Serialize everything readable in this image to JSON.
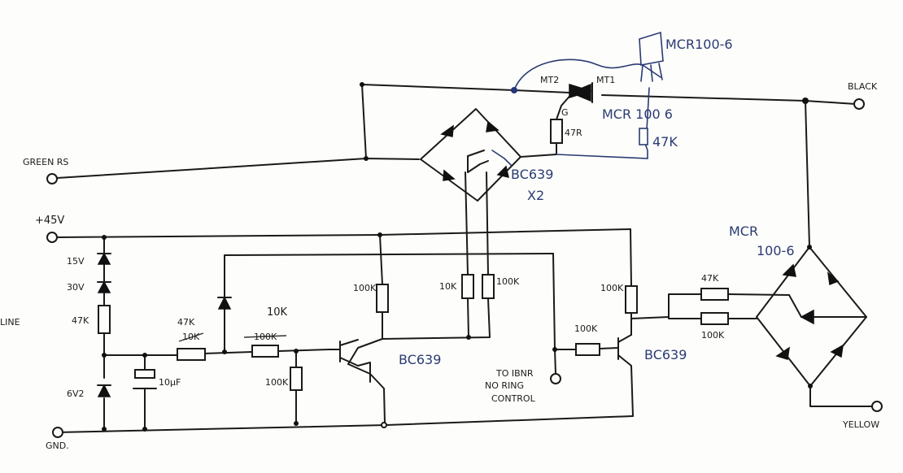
{
  "labels": {
    "part_top": "MCR100-6",
    "mt2": "MT2",
    "mt1": "MT1",
    "gate": "G",
    "r_gate": "47R",
    "scr_note": "MCR 100 6",
    "r_scr": "47K",
    "black": "BLACK",
    "green": "GREEN RS",
    "transistor_pair": "BC639",
    "x2": "X2",
    "supply": "+45V",
    "line": "LINE",
    "z15": "15V",
    "z30": "30V",
    "r47k_left": "47K",
    "z6v2": "6V2",
    "gnd": "GND.",
    "cap": "10µF",
    "r47k_mid": "47K",
    "r10k_old": "10K",
    "r10k_new": "10K",
    "r100k_old": "100K",
    "r100k_bias": "100K",
    "r100k_col1": "100K",
    "r10k_pair": "10K",
    "r100k_pair": "100K",
    "bc639_left": "BC639",
    "to_ibnr": "TO IBNR",
    "no_ring": "NO RING",
    "control": "CONTROL",
    "r100k_base2": "100K",
    "r100k_col2": "100K",
    "bc639_right": "BC639",
    "mcr_right_1": "MCR",
    "mcr_right_2": "100-6",
    "r47k_right": "47K",
    "r100k_right": "100K",
    "yellow": "YELLOW"
  }
}
